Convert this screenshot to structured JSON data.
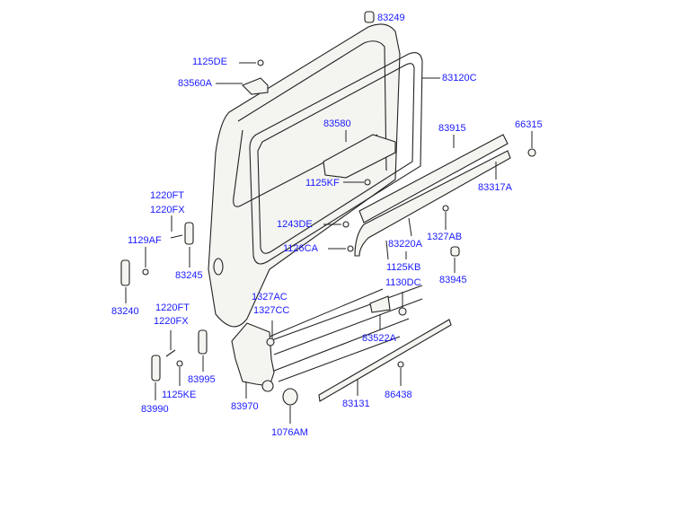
{
  "diagram": {
    "title": "Sliding door parts diagram",
    "label_color": "#1a1aff",
    "parts": {
      "p83249": "83249",
      "p1125DE": "1125DE",
      "p83560A": "83560A",
      "p83120C": "83120C",
      "p83580": "83580",
      "p83915": "83915",
      "p66315": "66315",
      "p1125KF": "1125KF",
      "p83317A": "83317A",
      "p1220FT_a": "1220FT",
      "p1220FX_a": "1220FX",
      "p1243DE": "1243DE",
      "p1327AB": "1327AB",
      "p1129AF": "1129AF",
      "p1126CA": "1126CA",
      "p83220A": "83220A",
      "p83245": "83245",
      "p1125KB": "1125KB",
      "p83240": "83240",
      "p83945": "83945",
      "p1327AC": "1327AC",
      "p1327CC": "1327CC",
      "p1130DC": "1130DC",
      "p1220FT_b": "1220FT",
      "p1220FX_b": "1220FX",
      "p83522A": "83522A",
      "p83995": "83995",
      "p86438": "86438",
      "p1125KE": "1125KE",
      "p83990": "83990",
      "p83970": "83970",
      "p83131": "83131",
      "p1076AM": "1076AM"
    }
  }
}
